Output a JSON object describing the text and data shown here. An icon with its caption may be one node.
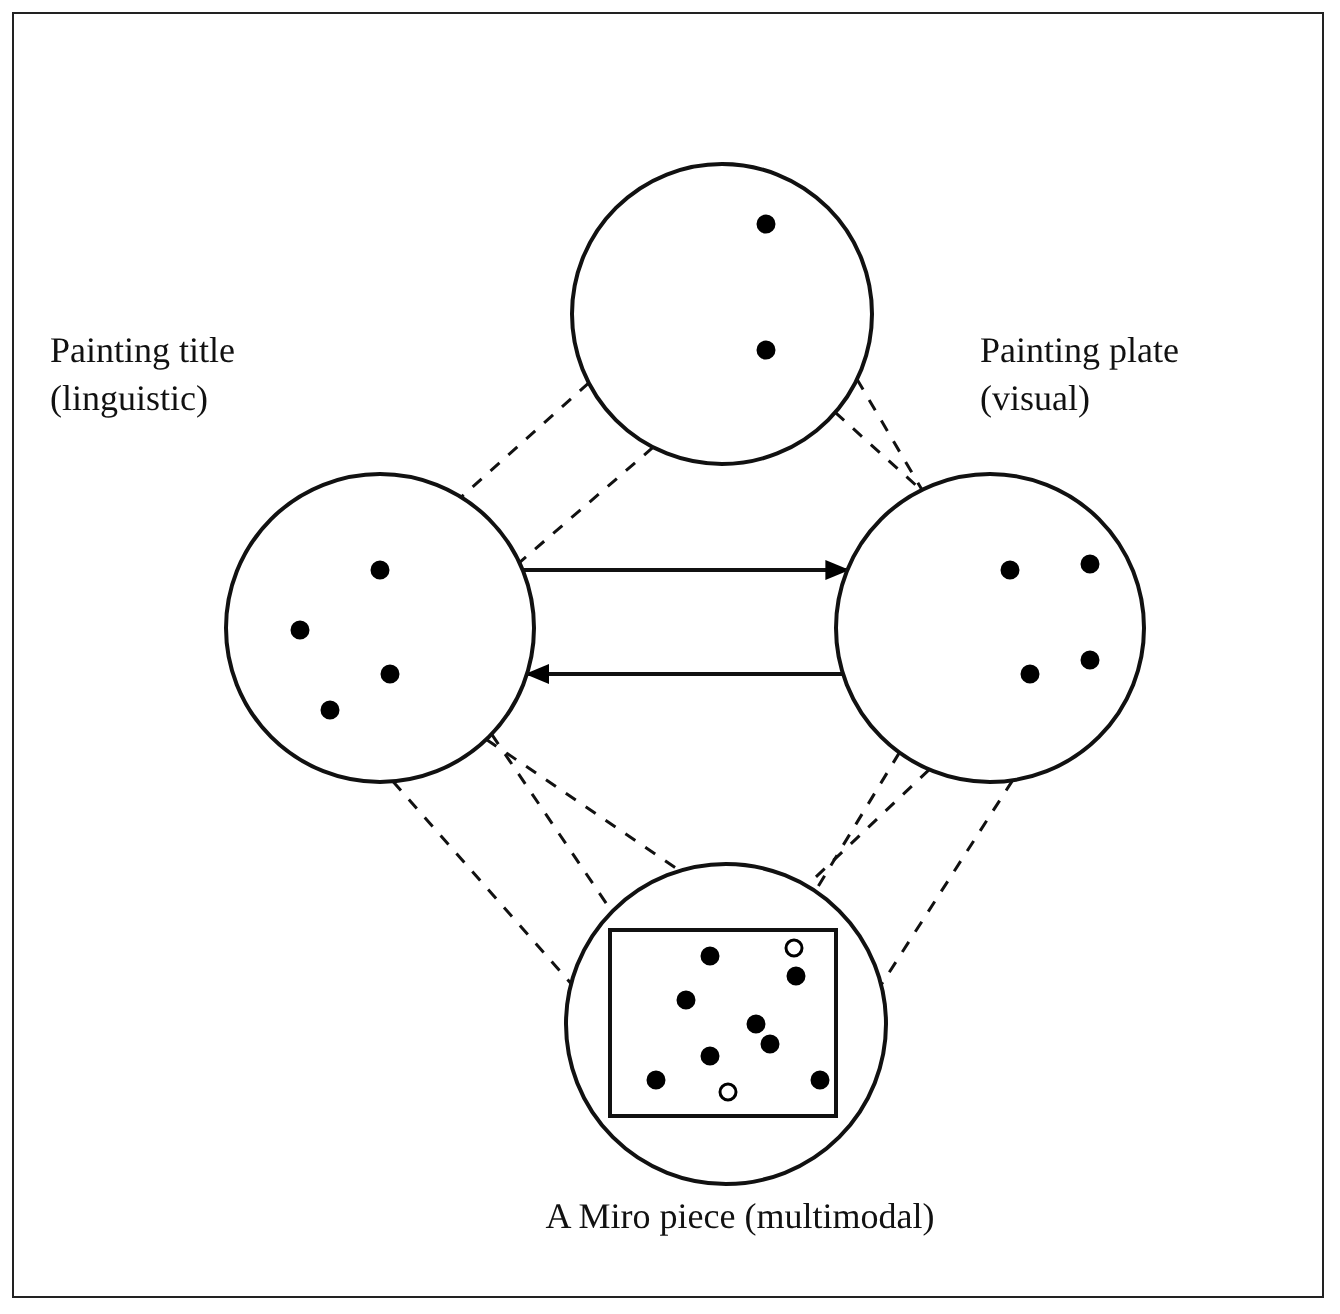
{
  "diagram": {
    "nodes": [
      {
        "text": [],
        "shape": "circle"
      },
      {
        "text": [],
        "shape": "circle",
        "beside": [
          "Painting title (linguistic)"
        ]
      },
      {
        "text": [],
        "shape": "circle",
        "beside": [
          "Painting plate (visual)"
        ]
      },
      {
        "text": [],
        "shape": "circle",
        "beside": [
          "A Miro piece (multimodal)"
        ]
      },
      {
        "text": [],
        "shape": "box",
        "in": 3
      }
    ],
    "edges": [
      {
        "from": 1,
        "to": 2,
        "arrow": "to"
      },
      {
        "from": 2,
        "to": 1,
        "arrow": "to"
      },
      {
        "from": 0,
        "to": 1,
        "arrow": "none",
        "style": "dashed"
      },
      {
        "from": 0,
        "to": 1,
        "arrow": "none",
        "style": "dashed"
      },
      {
        "from": 0,
        "to": 2,
        "arrow": "none",
        "style": "dashed"
      },
      {
        "from": 0,
        "to": 2,
        "arrow": "none",
        "style": "dashed"
      },
      {
        "from": 1,
        "to": 3,
        "arrow": "none",
        "style": "dashed"
      },
      {
        "from": 1,
        "to": 3,
        "arrow": "none",
        "style": "dashed"
      },
      {
        "from": 1,
        "to": 3,
        "arrow": "none",
        "style": "dashed"
      },
      {
        "from": 2,
        "to": 3,
        "arrow": "none",
        "style": "dashed"
      },
      {
        "from": 2,
        "to": 3,
        "arrow": "none",
        "style": "dashed"
      },
      {
        "from": 2,
        "to": 3,
        "arrow": "none",
        "style": "dashed"
      }
    ]
  }
}
